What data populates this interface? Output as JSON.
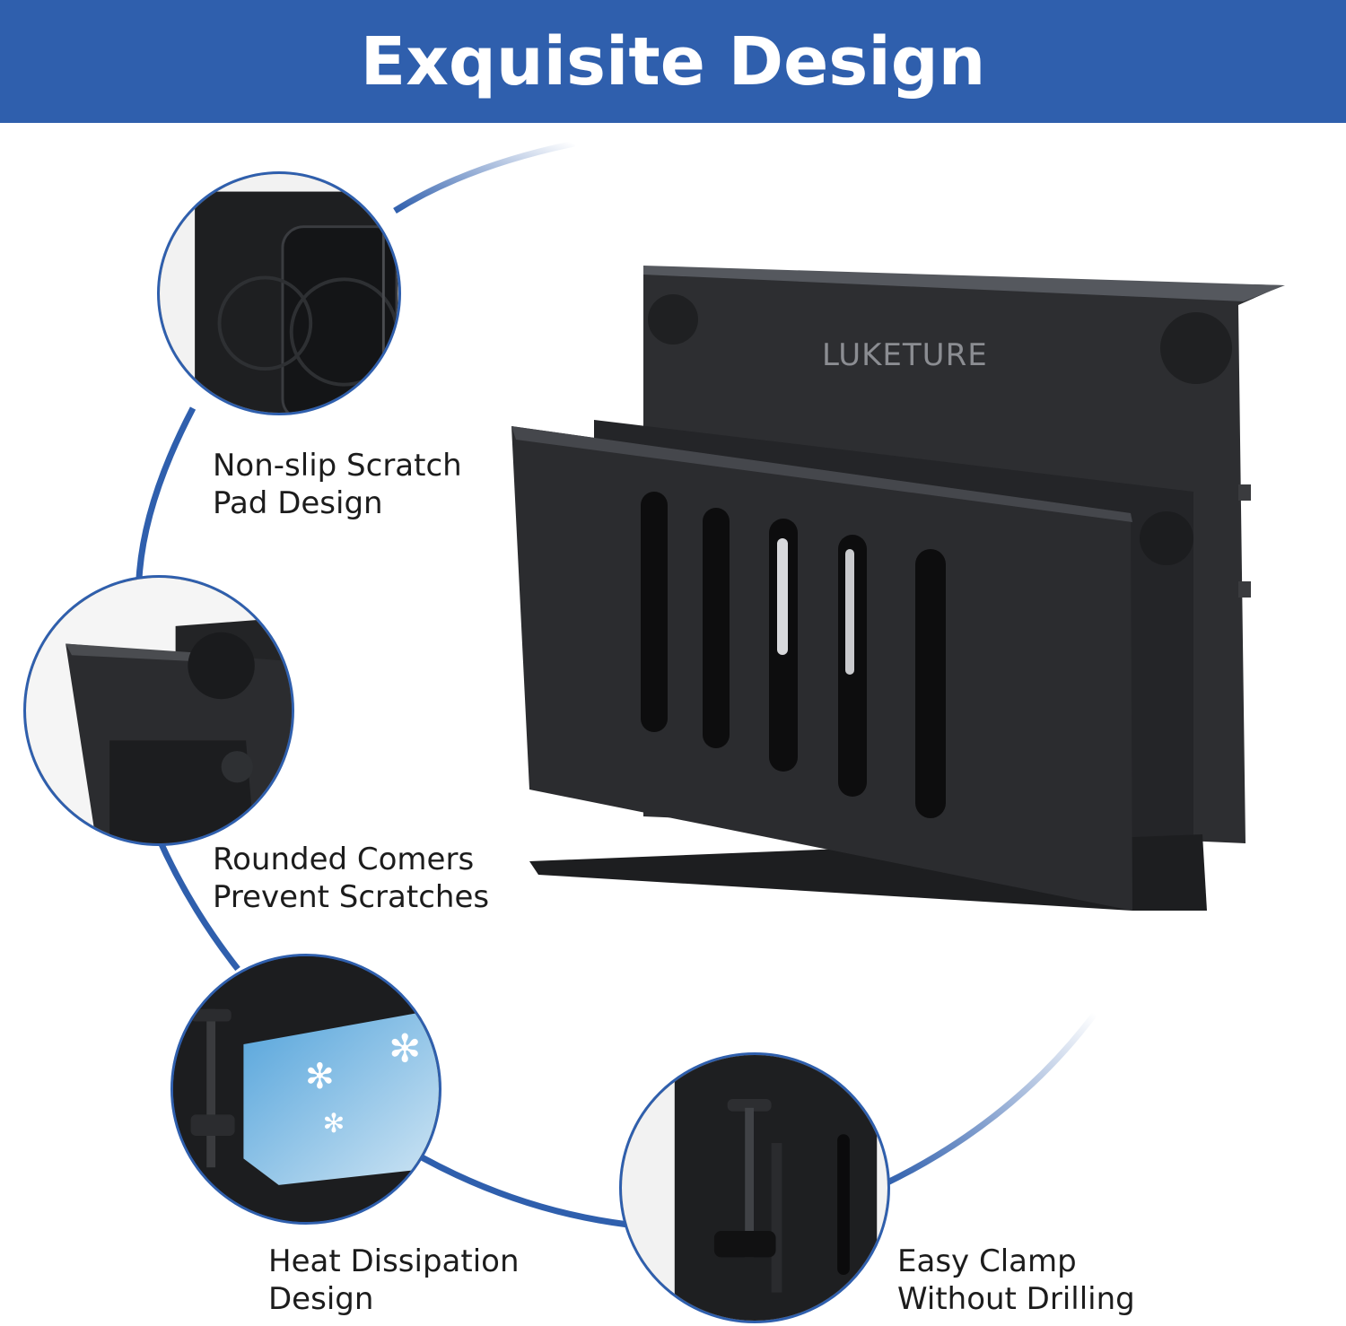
{
  "title": "Exquisite Design",
  "brand": "LUKETURE",
  "features": [
    {
      "line1": "Non-slip Scratch",
      "line2": "Pad Design",
      "icon": "scratch-pad-closeup"
    },
    {
      "line1": "Rounded Comers",
      "line2": "Prevent Scratches",
      "icon": "rounded-corner-closeup"
    },
    {
      "line1": "Heat Dissipation",
      "line2": "Design",
      "icon": "heat-dissipation-closeup"
    },
    {
      "line1": "Easy Clamp",
      "line2": "Without Drilling",
      "icon": "clamp-closeup"
    }
  ],
  "colors": {
    "accent": "#2f5fad",
    "product": "#2a2b2e",
    "text": "#1c1c1c"
  }
}
